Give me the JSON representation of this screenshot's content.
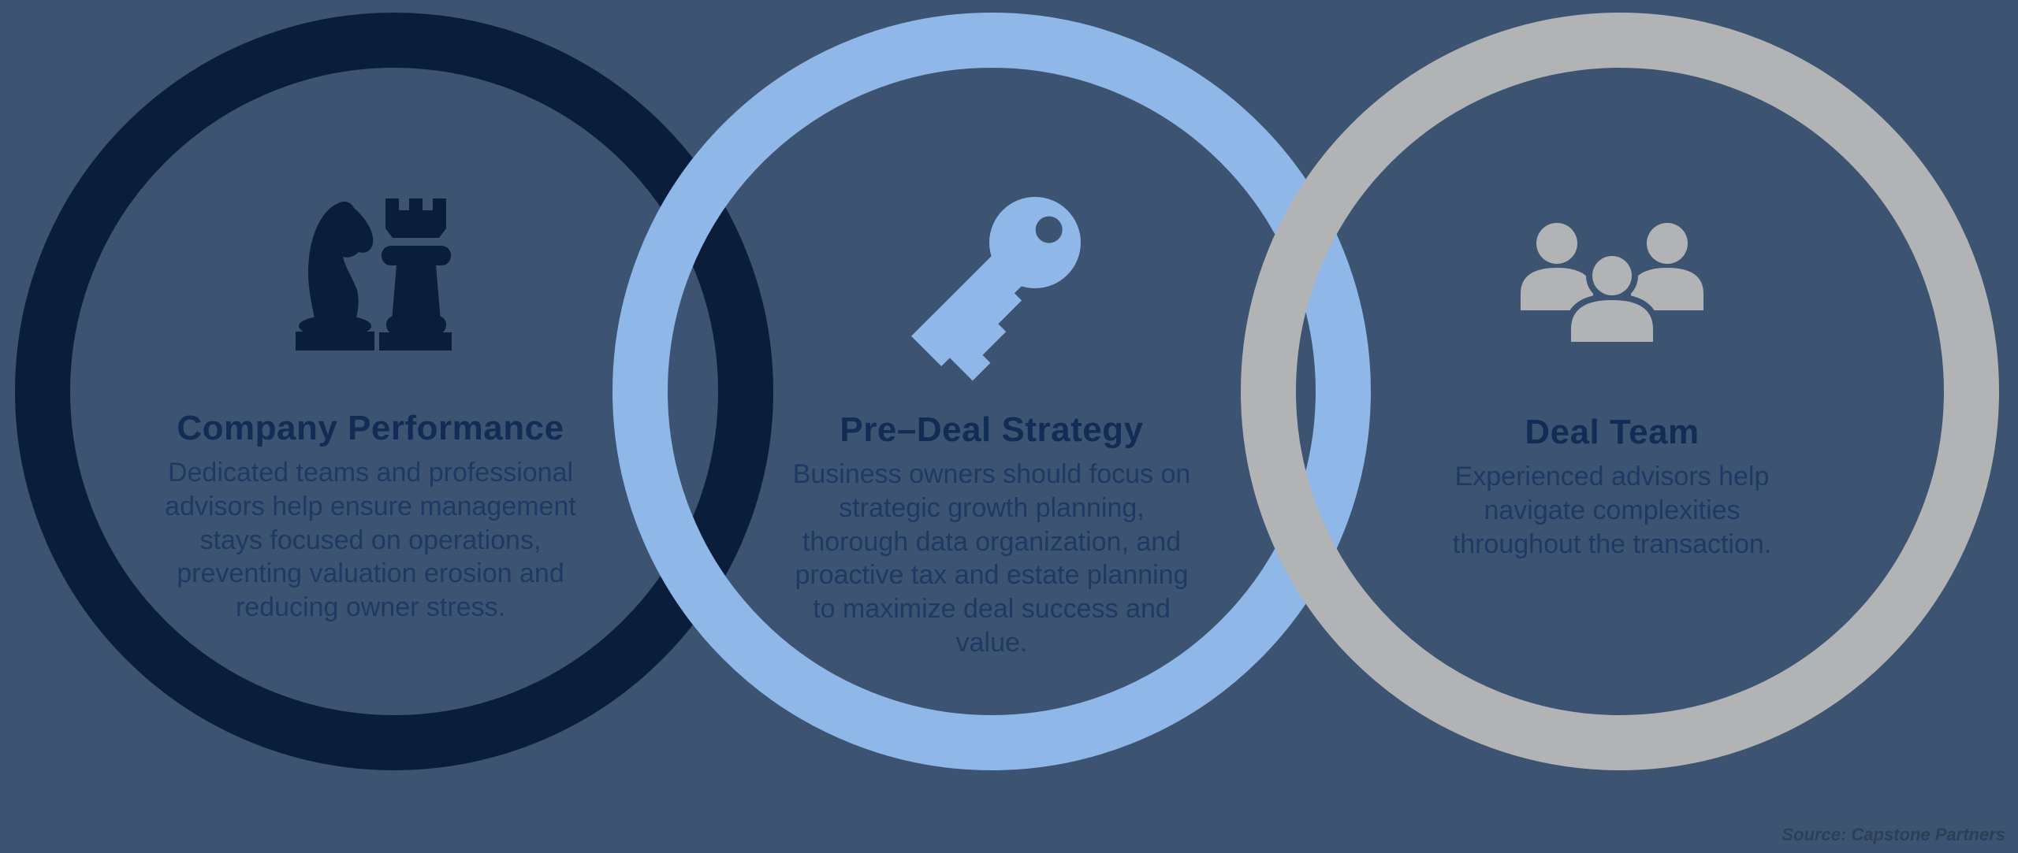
{
  "colors": {
    "background": "#3D5372",
    "ring_navy": "#0A1E3C",
    "ring_light_blue": "#8FB8E9",
    "ring_gray": "#B2B3B5",
    "heading_text": "#112C55",
    "body_text": "#1C3A63",
    "source_text": "#2B3F55"
  },
  "sections": [
    {
      "icon": "chess-pieces-icon",
      "title": "Company Performance",
      "body": "Dedicated teams and professional advisors help ensure management stays focused on operations, preventing valuation erosion and reducing owner stress."
    },
    {
      "icon": "key-icon",
      "title": "Pre–Deal Strategy",
      "body": "Business owners should focus on strategic growth planning, thorough data organization, and proactive tax and estate planning to maximize deal success and value."
    },
    {
      "icon": "team-icon",
      "title": "Deal Team",
      "body": "Experienced advisors help navigate complexities throughout the transaction."
    }
  ],
  "source": "Source: Capstone Partners"
}
